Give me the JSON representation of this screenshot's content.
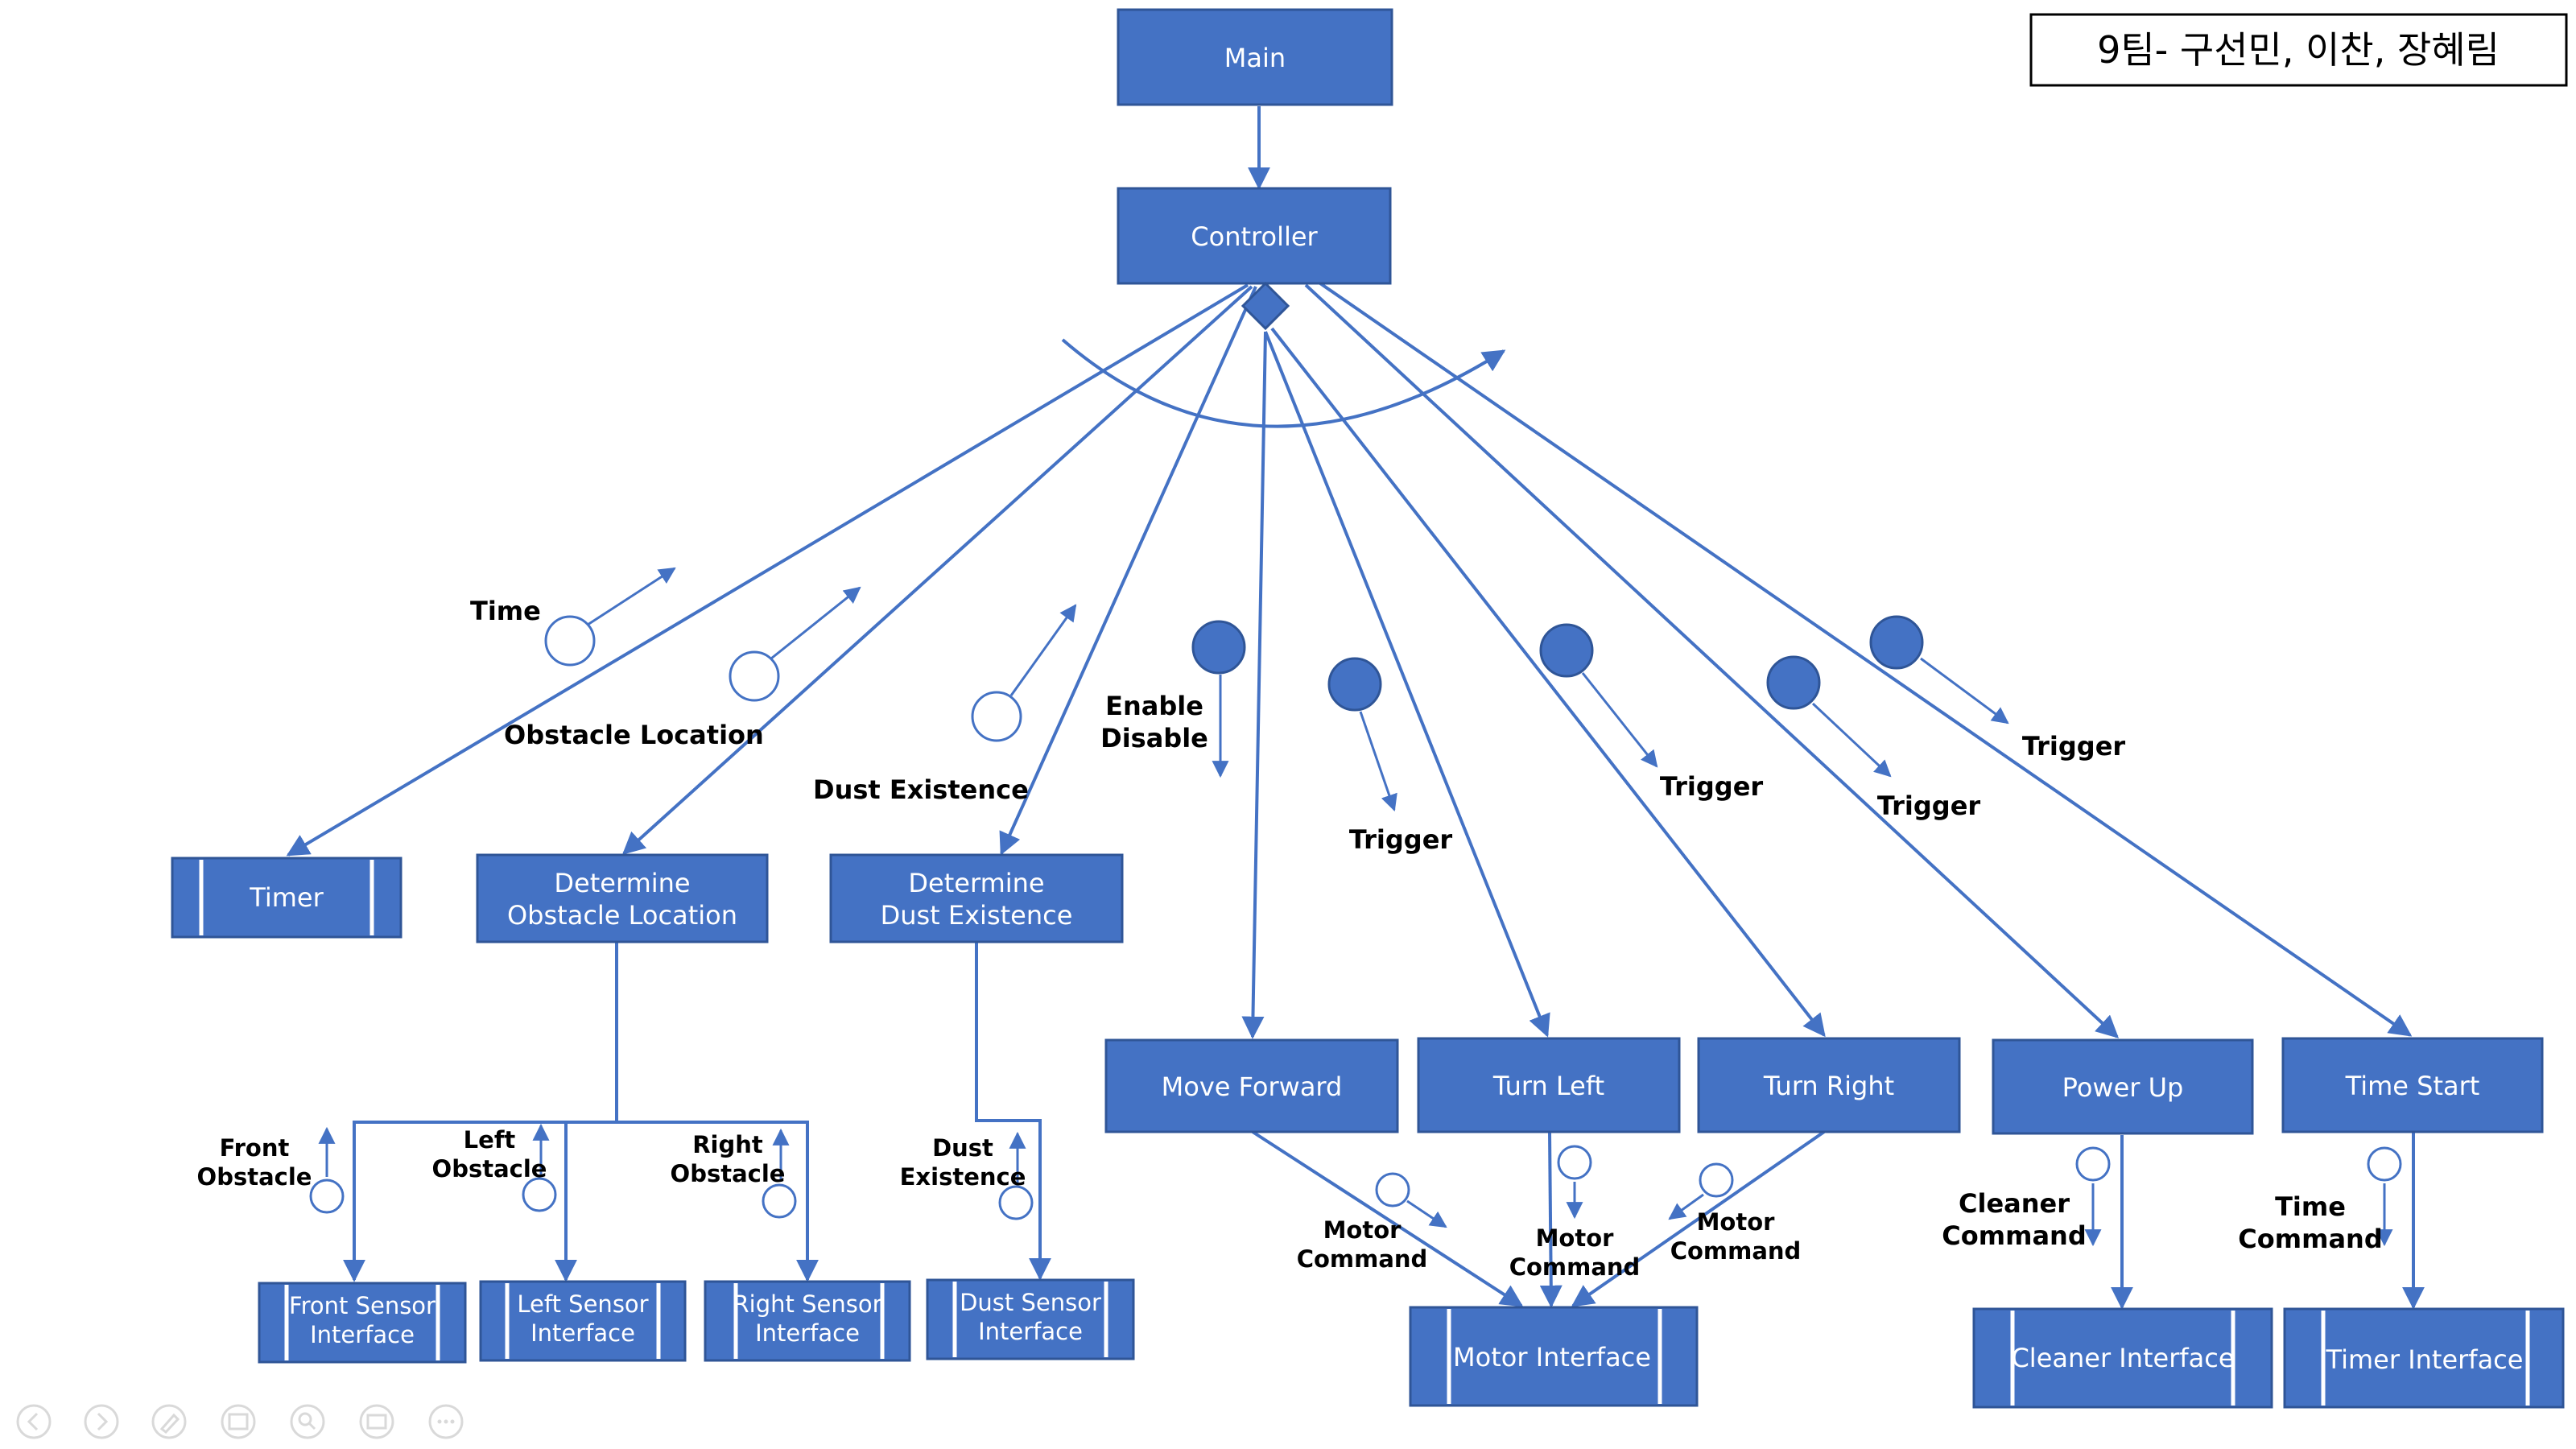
{
  "team_label": "9팀- 구선민, 이찬, 장혜림",
  "modules": {
    "main": "Main",
    "controller": "Controller",
    "timer": "Timer",
    "determine_obstacle_line1": "Determine",
    "determine_obstacle_line2": "Obstacle Location",
    "determine_dust_line1": "Determine",
    "determine_dust_line2": "Dust Existence",
    "move_forward": "Move Forward",
    "turn_left": "Turn Left",
    "turn_right": "Turn Right",
    "power_up": "Power Up",
    "time_start": "Time Start"
  },
  "interfaces": {
    "front_sensor_line1": "Front Sensor",
    "front_sensor_line2": "Interface",
    "left_sensor_line1": "Left Sensor",
    "left_sensor_line2": "Interface",
    "right_sensor_line1": "Right Sensor",
    "right_sensor_line2": "Interface",
    "dust_sensor_line1": "Dust Sensor",
    "dust_sensor_line2": "Interface",
    "motor": "Motor Interface",
    "cleaner": "Cleaner Interface",
    "timer": "Timer Interface"
  },
  "couples": {
    "time": "Time",
    "obstacle_location": "Obstacle Location",
    "dust_existence": "Dust Existence",
    "enable": "Enable",
    "disable": "Disable",
    "trigger": "Trigger",
    "front_obstacle_line1": "Front",
    "front_obstacle_line2": "Obstacle",
    "left_obstacle_line1": "Left",
    "left_obstacle_line2": "Obstacle",
    "right_obstacle_line1": "Right",
    "right_obstacle_line2": "Obstacle",
    "dust_line1": "Dust",
    "dust_line2": "Existence",
    "motor_line1": "Motor",
    "motor_line2": "Command",
    "cleaner_line1": "Cleaner",
    "cleaner_line2": "Command",
    "time_cmd_line1": "Time",
    "time_cmd_line2": "Command"
  },
  "icons": [
    "previous-slide-icon",
    "next-slide-icon",
    "pen-icon",
    "slides-icon",
    "zoom-icon",
    "subtitles-icon",
    "more-icon"
  ],
  "colors": {
    "module_fill": "#4472c4",
    "module_border": "#2f5597",
    "line": "#4472c4"
  }
}
